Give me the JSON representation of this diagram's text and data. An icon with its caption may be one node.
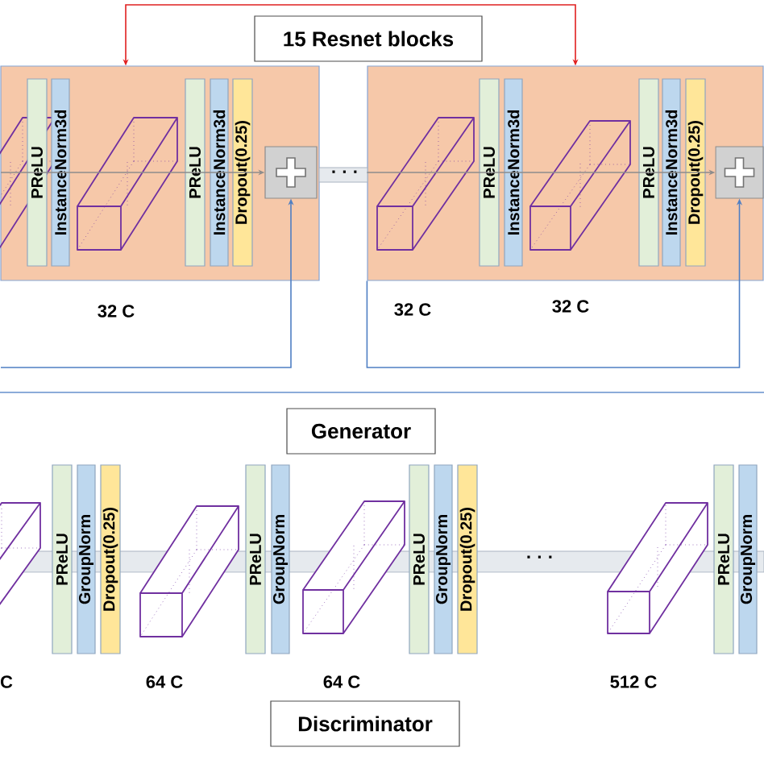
{
  "diagram": {
    "nodes": [
      {
        "text": [
          "15 Resnet blocks"
        ]
      },
      {
        "text": [],
        "shape": "box"
      },
      {
        "text": [
          "PReLU"
        ],
        "in": 1
      },
      {
        "text": [
          "InstanceNorm3d"
        ],
        "in": 1
      },
      {
        "text": [
          "PReLU"
        ],
        "in": 1
      },
      {
        "text": [
          "InstanceNorm3d"
        ],
        "in": 1
      },
      {
        "text": [
          "Dropout(0.25)"
        ],
        "in": 1
      },
      {
        "text": [],
        "shape": "box",
        "in": 1
      },
      {
        "text": [],
        "shape": "box"
      },
      {
        "text": [
          "PReLU"
        ],
        "in": 8
      },
      {
        "text": [
          "InstanceNorm3d"
        ],
        "in": 8
      },
      {
        "text": [
          "PReLU"
        ],
        "in": 8
      },
      {
        "text": [
          "InstanceNorm3d"
        ],
        "in": 8
      },
      {
        "text": [
          "Dropout(0.25)"
        ],
        "in": 8
      },
      {
        "text": [],
        "shape": "box",
        "in": 8
      },
      {
        "text": [
          "Generator"
        ]
      },
      {
        "text": [
          "PReLU"
        ]
      },
      {
        "text": [
          "GroupNorm"
        ]
      },
      {
        "text": [
          "Dropout(0.25)"
        ]
      },
      {
        "text": [
          "PReLU"
        ]
      },
      {
        "text": [
          "GroupNorm"
        ]
      },
      {
        "text": [
          "PReLU"
        ]
      },
      {
        "text": [
          "GroupNorm"
        ]
      },
      {
        "text": [
          "Dropout(0.25)"
        ]
      },
      {
        "text": [
          "PReLU"
        ]
      },
      {
        "text": [
          "GroupNorm"
        ]
      },
      {
        "text": [
          "Discriminator"
        ]
      }
    ],
    "edges": [
      {
        "from": 1,
        "to": 8,
        "arrow": "both",
        "color": "#e02020"
      },
      {
        "from": null,
        "to": 7,
        "arrow": "to"
      },
      {
        "from": null,
        "to": 7,
        "arrow": "to"
      },
      {
        "from": 8,
        "to": 14,
        "arrow": "to"
      },
      {
        "from": 8,
        "to": 14,
        "arrow": "to"
      }
    ],
    "labels": [
      "· · ·",
      "32 C",
      "32 C",
      "32 C",
      "· · ·",
      "C",
      "64 C",
      "64 C",
      "512 C"
    ]
  }
}
